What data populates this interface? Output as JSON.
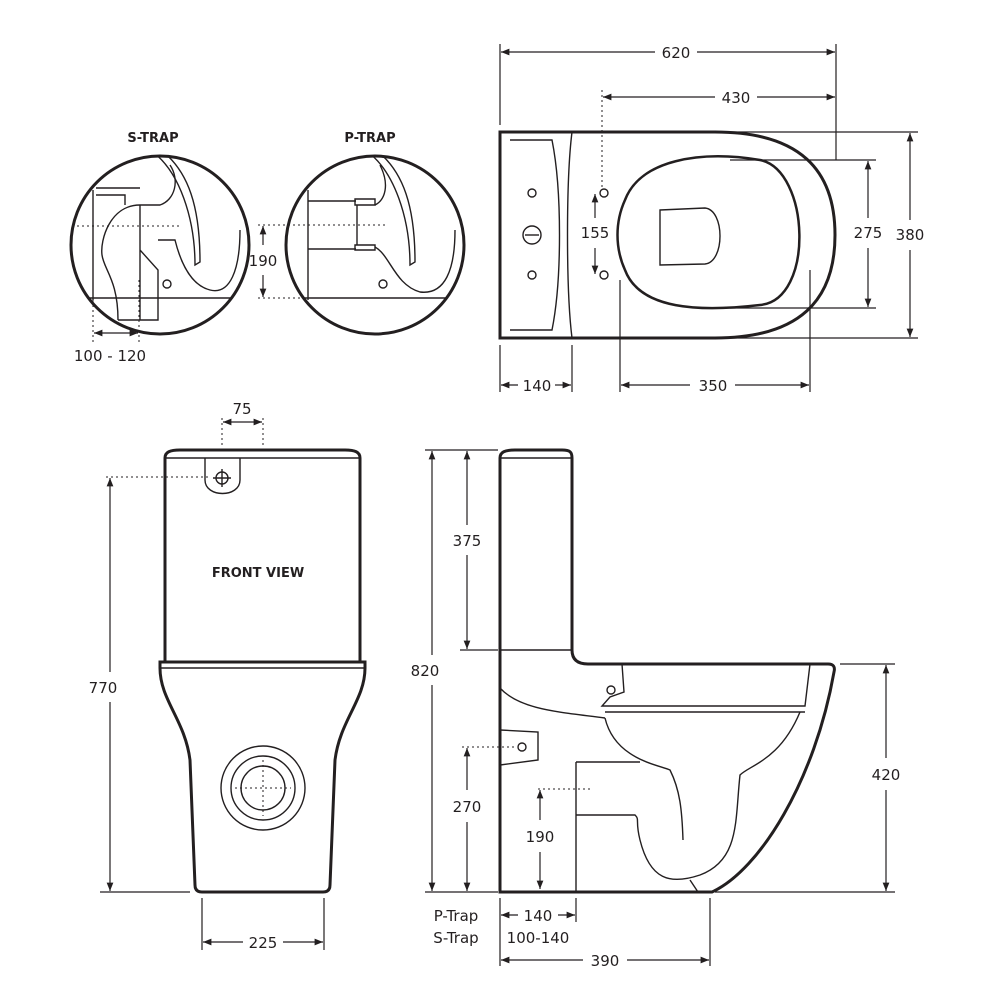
{
  "titles": {
    "s_trap": "S-TRAP",
    "p_trap": "P-TRAP",
    "front_view": "FRONT VIEW"
  },
  "dimensions": {
    "top_overall_length": "620",
    "top_seat_to_front": "430",
    "top_overall_width": "380",
    "top_seat_width": "275",
    "top_hole_spacing": "155",
    "top_tank_depth": "140",
    "top_seat_opening": "350",
    "s_trap_setout": "100 - 120",
    "p_trap_height": "190",
    "front_inlet_offset": "75",
    "front_height": "770",
    "front_base_width": "225",
    "side_overall_height": "820",
    "side_tank_height": "375",
    "side_pan_height": "420",
    "side_inlet_height": "270",
    "side_outlet_height": "190",
    "side_p_trap_setout": "140",
    "side_s_trap_setout": "100-140",
    "side_base_length": "390"
  },
  "trap_labels": {
    "p_trap": "P-Trap",
    "s_trap": "S-Trap"
  }
}
